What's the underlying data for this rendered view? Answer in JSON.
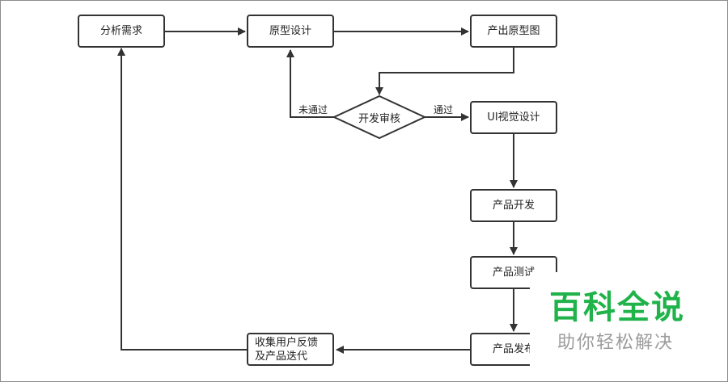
{
  "nodes": {
    "analyze": "分析需求",
    "prototype_design": "原型设计",
    "output_prototype": "产出原型图",
    "review": "开发审核",
    "ui_design": "UI视觉设计",
    "dev": "产品开发",
    "test": "产品测试",
    "release": "产品发布",
    "feedback_line1": "收集用户反馈",
    "feedback_line2": "及产品迭代"
  },
  "edges": {
    "rejected": "未通过",
    "approved": "通过"
  },
  "watermark": {
    "title": "百科全说",
    "subtitle": "助你轻松解决"
  },
  "colors": {
    "line": "#333333",
    "watermark_green": "#1fb34a",
    "watermark_gray": "#9b9b9b"
  }
}
